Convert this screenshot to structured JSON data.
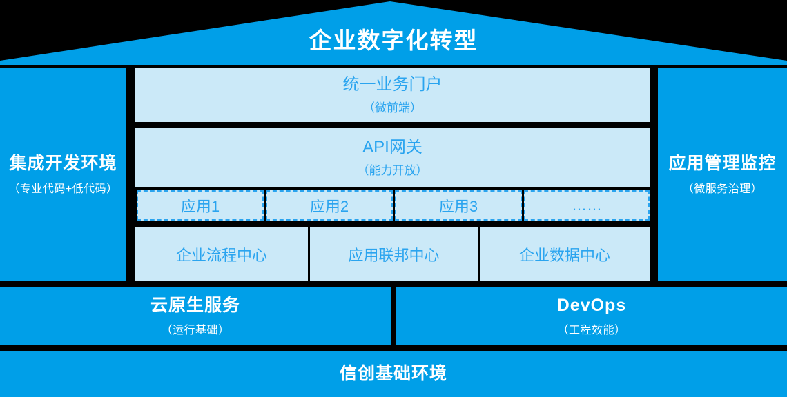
{
  "diagram": {
    "title": "企业数字化转型",
    "accent_blue": "#009fe8",
    "light_blue": "#cbe9f8",
    "text_blue": "#2aa4ef",
    "divider": "#000000"
  },
  "side_left": {
    "title": "集成开发环境",
    "subtitle": "（专业代码+低代码）"
  },
  "side_right": {
    "title": "应用管理监控",
    "subtitle": "（微服务治理）"
  },
  "center": {
    "portal": {
      "title": "统一业务门户",
      "subtitle": "（微前端）"
    },
    "gateway": {
      "title": "API网关",
      "subtitle": "（能力开放）"
    },
    "apps": [
      {
        "label": "应用1"
      },
      {
        "label": "应用2"
      },
      {
        "label": "应用3"
      },
      {
        "label": "……"
      }
    ],
    "centers": [
      {
        "label": "企业流程中心"
      },
      {
        "label": "应用联邦中心"
      },
      {
        "label": "企业数据中心"
      }
    ]
  },
  "platform": [
    {
      "title": "云原生服务",
      "subtitle": "（运行基础）"
    },
    {
      "title": "DevOps",
      "subtitle": "（工程效能）"
    }
  ],
  "foundation": {
    "title": "信创基础环境"
  }
}
